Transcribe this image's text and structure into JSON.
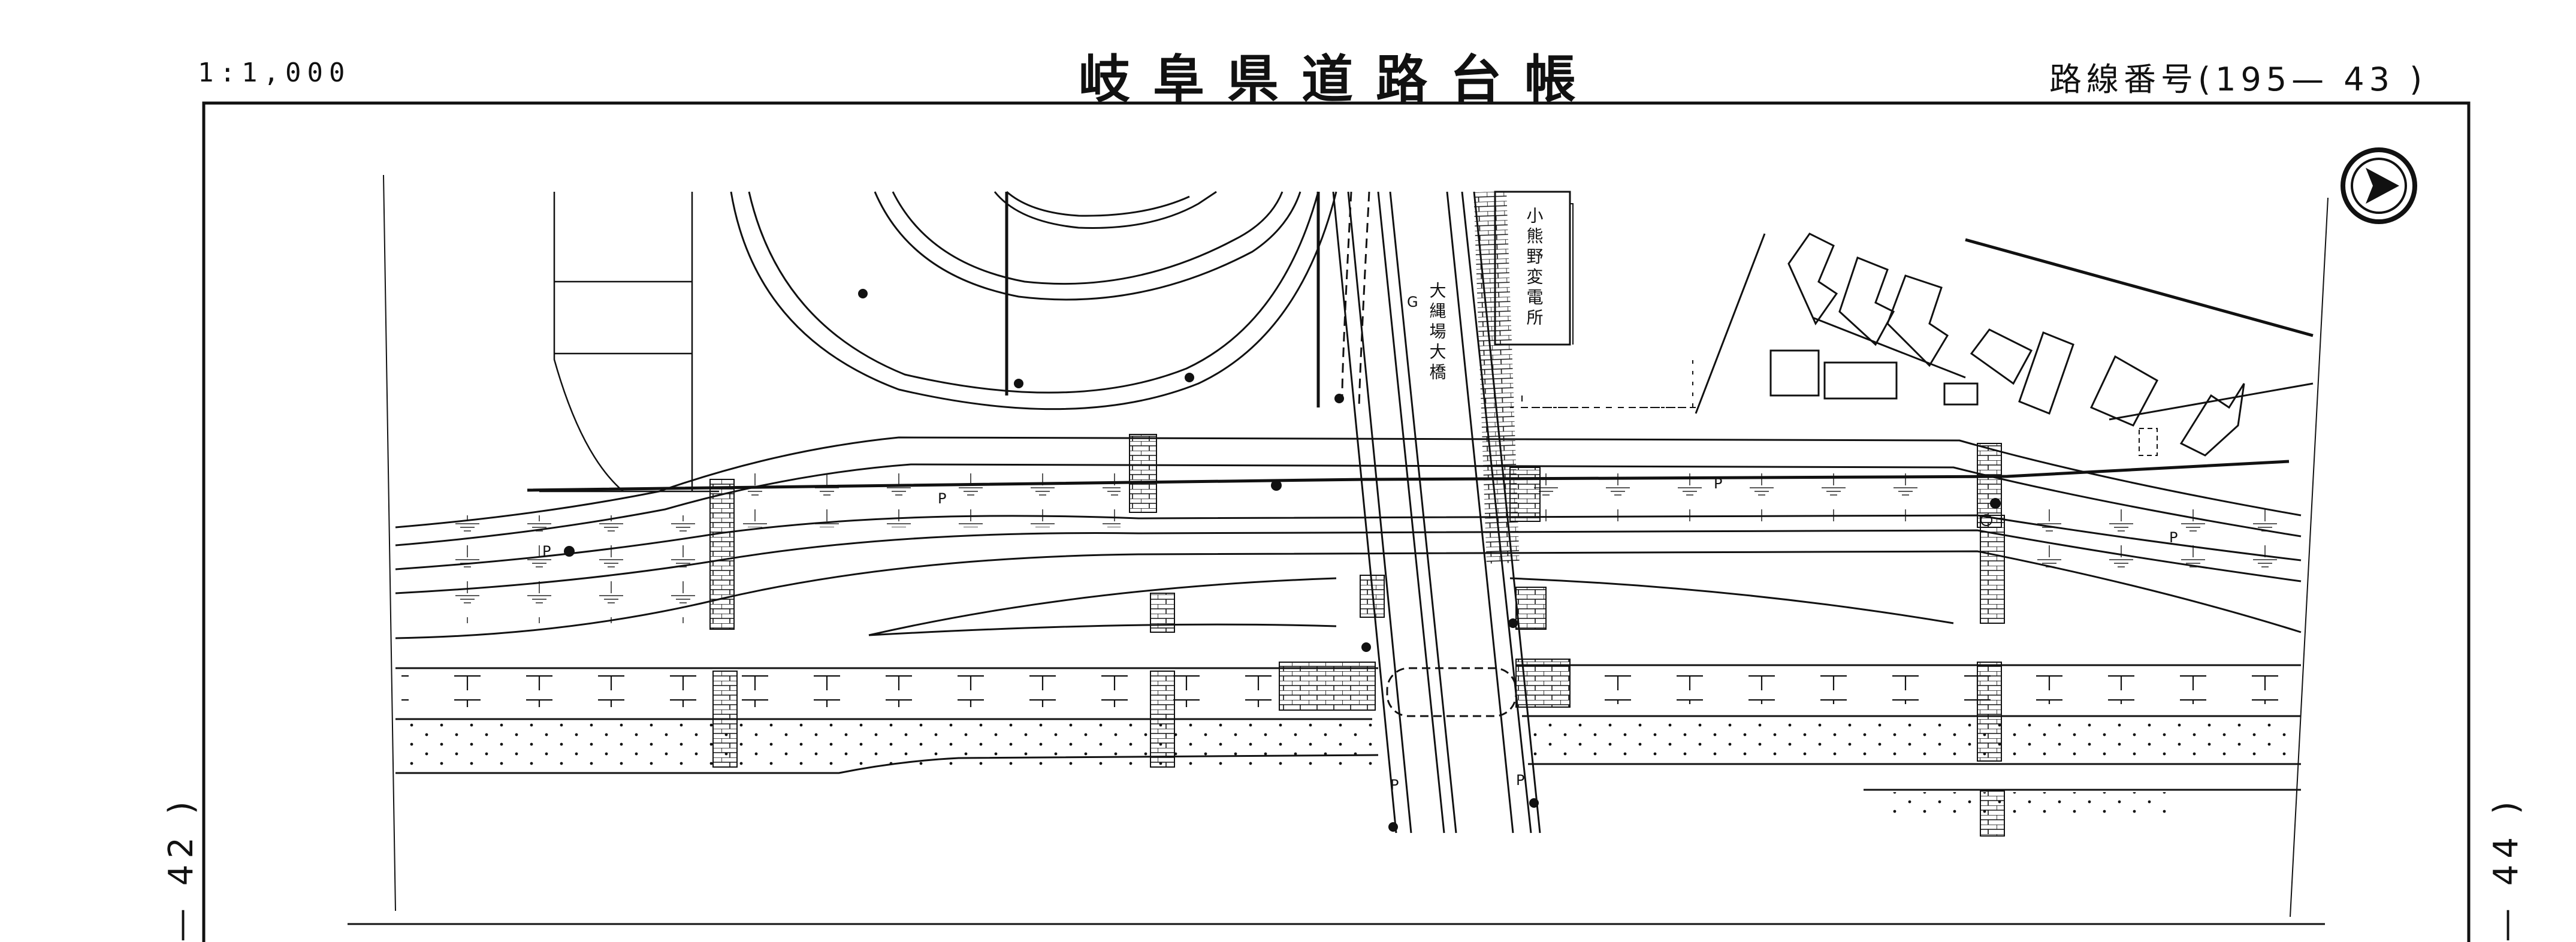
{
  "header": {
    "scale": "1:1,000",
    "title": "岐阜県道路台帳",
    "route_number": "路線番号(195— 43 )"
  },
  "sheet_refs": {
    "left": "— 42 )",
    "right": "— 44 )"
  },
  "map_labels": {
    "bridge_name": "大縄場大橋",
    "substation_name": "小熊野変電所",
    "g_marker": "G",
    "p_marker": "P"
  },
  "icons": {
    "north_arrow": "north-arrow-icon"
  },
  "colors": {
    "ink": "#111111",
    "paper": "#ffffff"
  }
}
